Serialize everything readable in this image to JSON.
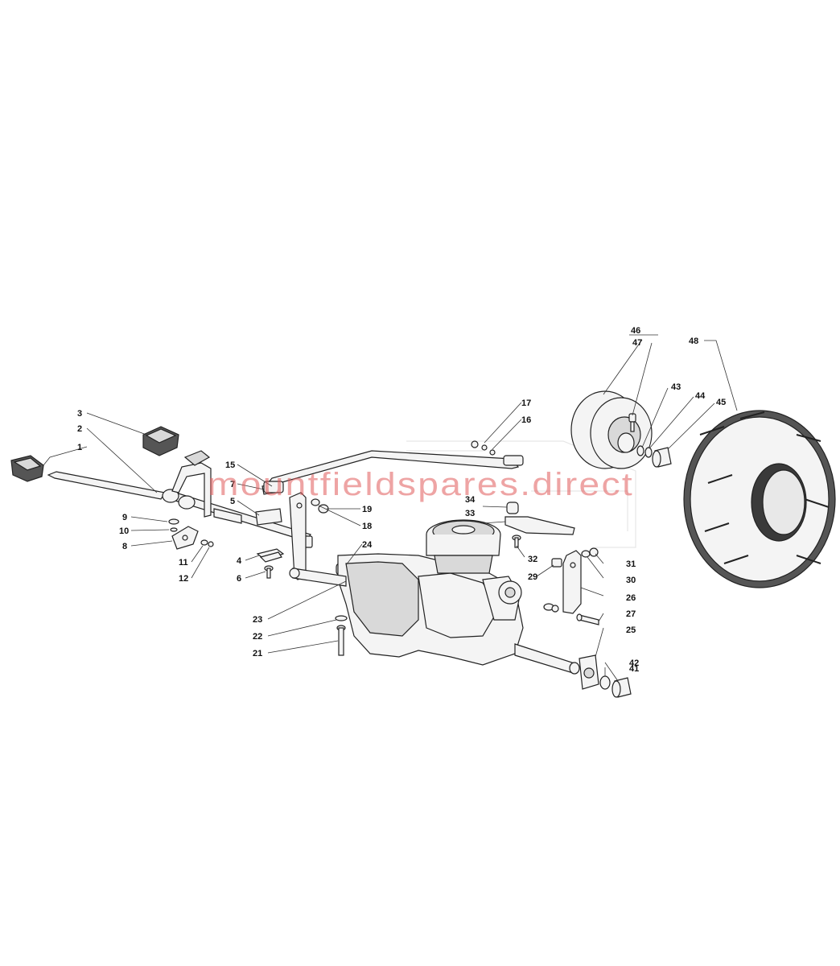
{
  "watermark": "mountfieldspares.direct",
  "colors": {
    "line": "#222222",
    "tyre": "#555555",
    "watermark": "#e05a5a"
  },
  "callouts": {
    "c1": "1",
    "c2": "2",
    "c3": "3",
    "c4": "4",
    "c5": "5",
    "c6": "6",
    "c7": "7",
    "c8": "8",
    "c9": "9",
    "c10": "10",
    "c11": "11",
    "c12": "12",
    "c15": "15",
    "c16": "16",
    "c17": "17",
    "c18": "18",
    "c19": "19",
    "c21": "21",
    "c22": "22",
    "c23": "23",
    "c24": "24",
    "c25": "25",
    "c26": "26",
    "c27": "27",
    "c29": "29",
    "c30": "30",
    "c31": "31",
    "c32": "32",
    "c33": "33",
    "c34": "34",
    "c41": "41",
    "c42": "42",
    "c43": "43",
    "c44": "44",
    "c45": "45",
    "c46": "46",
    "c47": "47",
    "c48": "48"
  }
}
